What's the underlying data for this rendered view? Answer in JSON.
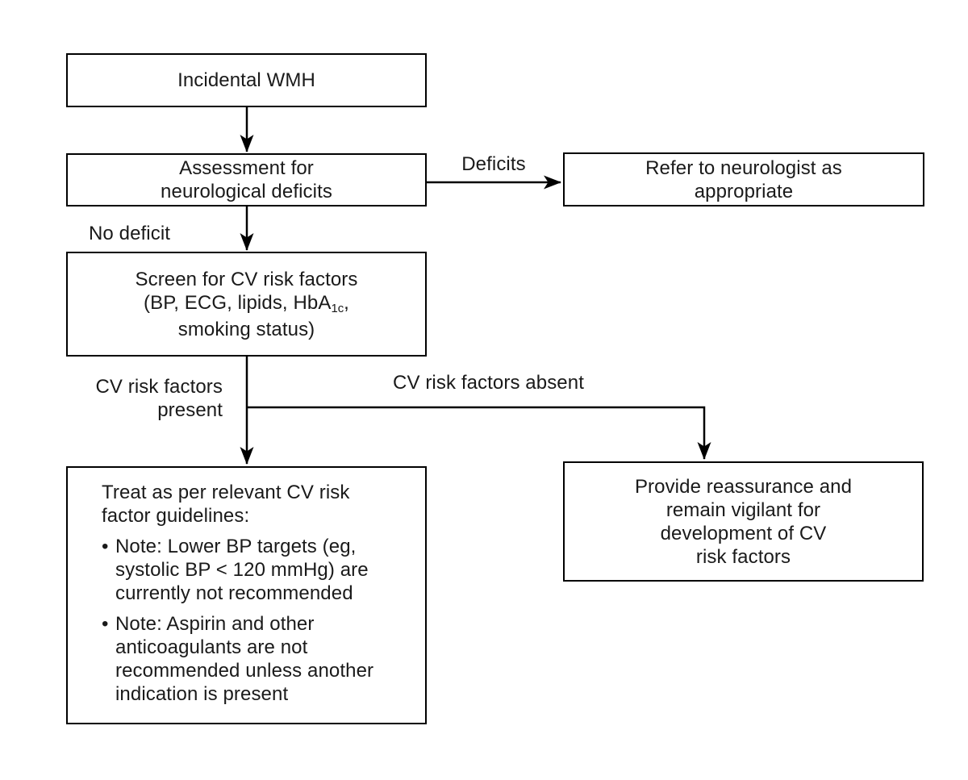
{
  "colors": {
    "line": "#000000",
    "text": "#1a1a1a",
    "background": "#ffffff"
  },
  "boxes": {
    "incidental_wmh": {
      "text": "Incidental WMH"
    },
    "assessment": {
      "text": "Assessment for\nneurological deficits"
    },
    "refer_neurologist": {
      "text": "Refer to neurologist as\nappropriate"
    },
    "screen_cv": {
      "line1": "Screen for CV risk factors",
      "line2_prefix": "(BP, ECG, lipids, HbA",
      "line2_subscript": "1c",
      "line2_suffix": ",",
      "line3": "smoking status)"
    },
    "treat": {
      "intro": "Treat as per relevant CV risk\nfactor guidelines:",
      "bullet_char": "•",
      "bullets": [
        "Note: Lower BP targets (eg,\nsystolic BP < 120 mmHg) are\ncurrently not recommended",
        "Note: Aspirin and other\nanticoagulants are not\nrecommended unless another\nindication is present"
      ]
    },
    "reassure": {
      "text": "Provide reassurance and\nremain vigilant for\ndevelopment of CV\nrisk factors"
    }
  },
  "edge_labels": {
    "deficits": "Deficits",
    "no_deficit": "No deficit",
    "cv_present": "CV risk factors\npresent",
    "cv_absent": "CV risk factors absent"
  }
}
